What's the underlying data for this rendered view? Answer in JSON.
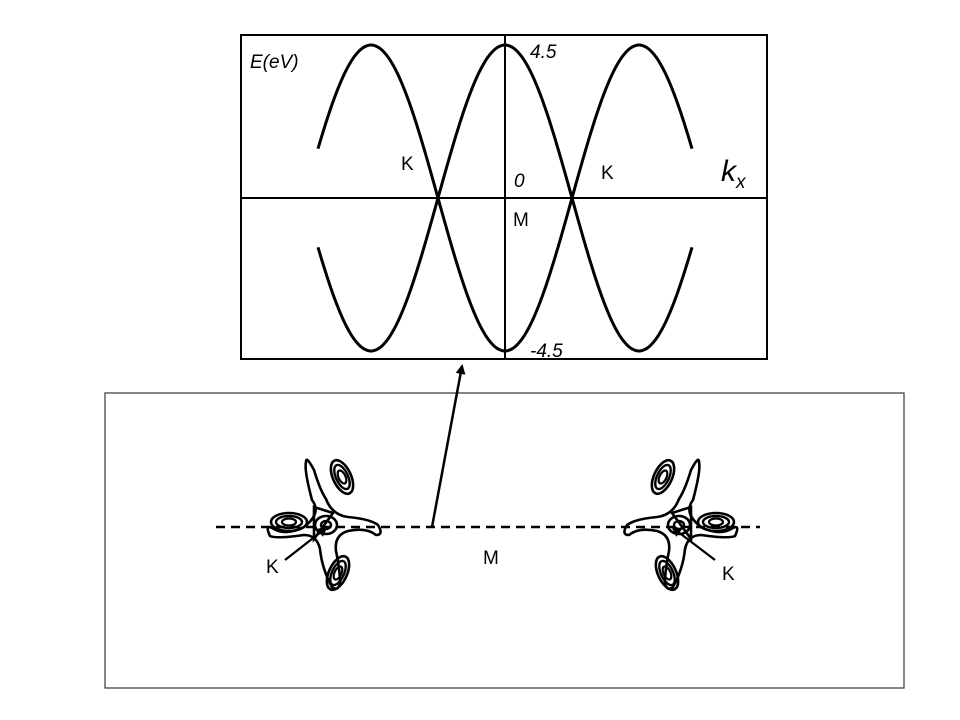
{
  "band_plot": {
    "energy_label": "E(eV)",
    "kx_label_main": "k",
    "kx_label_sub": "x",
    "tick_top": "4.5",
    "tick_zero": "0",
    "tick_bottom": "-4.5",
    "point_m": "M",
    "point_k_left": "K",
    "point_k_right": "K"
  },
  "brillouin_zone": {
    "point_m": "M",
    "point_k_left": "K",
    "point_k_right": "K"
  },
  "colors": {
    "ink": "#000000",
    "background": "#ffffff",
    "frame": "#444444"
  }
}
